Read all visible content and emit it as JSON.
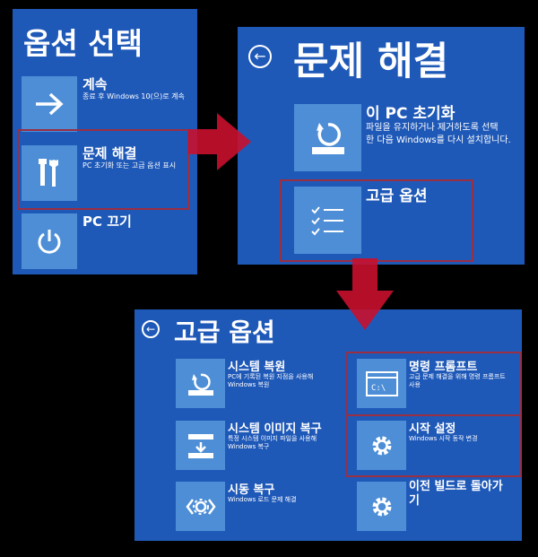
{
  "panel1": {
    "title": "옵션 선택",
    "options": [
      {
        "title": "계속",
        "desc": "종료 후 Windows 10(으)로 계속",
        "icon": "arrow-right-icon"
      },
      {
        "title": "문제 해결",
        "desc": "PC 초기화 또는 고급 옵션 표시",
        "icon": "tools-icon"
      },
      {
        "title": "PC 끄기",
        "desc": "",
        "icon": "power-icon"
      }
    ]
  },
  "panel2": {
    "title": "문제 해결",
    "back_icon": "back-arrow-icon",
    "options": [
      {
        "title": "이 PC 초기화",
        "desc_line1": "파일을 유지하거나 제거하도록 선택",
        "desc_line2": "한 다음 Windows를 다시 설치합니다.",
        "icon": "reset-pc-icon"
      },
      {
        "title": "고급 옵션",
        "icon": "checklist-icon"
      }
    ]
  },
  "panel3": {
    "title": "고급 옵션",
    "back_icon": "back-arrow-icon",
    "options": {
      "system_restore": {
        "title": "시스템 복원",
        "desc_line1": "PC에 기록된 복원 지점을 사용해",
        "desc_line2": "Windows 복원",
        "icon": "system-restore-icon"
      },
      "command_prompt": {
        "title": "명령 프롬프트",
        "desc_line1": "고급 문제 해결을 위해 명령 프롬프트",
        "desc_line2": "사용",
        "icon": "command-prompt-icon",
        "prompt_text": "C:\\"
      },
      "image_recovery": {
        "title": "시스템 이미지 복구",
        "desc_line1": "특정 시스템 이미지 파일을 사용해",
        "desc_line2": "Windows 복구",
        "icon": "image-recovery-icon"
      },
      "startup_settings": {
        "title": "시작 설정",
        "desc_line1": "Windows 시작 동작 변경",
        "icon": "gear-icon"
      },
      "startup_repair": {
        "title": "시동 복구",
        "desc_line1": "Windows 로드 문제 해결",
        "icon": "startup-repair-icon"
      },
      "previous_build": {
        "title_line1": "이전 빌드로 돌아가",
        "title_line2": "기",
        "icon": "gear-icon"
      }
    }
  },
  "colors": {
    "background": "#000000",
    "panel": "#1f59b8",
    "tile": "#4d8ed6",
    "highlight": "#9a2e43",
    "arrow": "#c8102e"
  }
}
